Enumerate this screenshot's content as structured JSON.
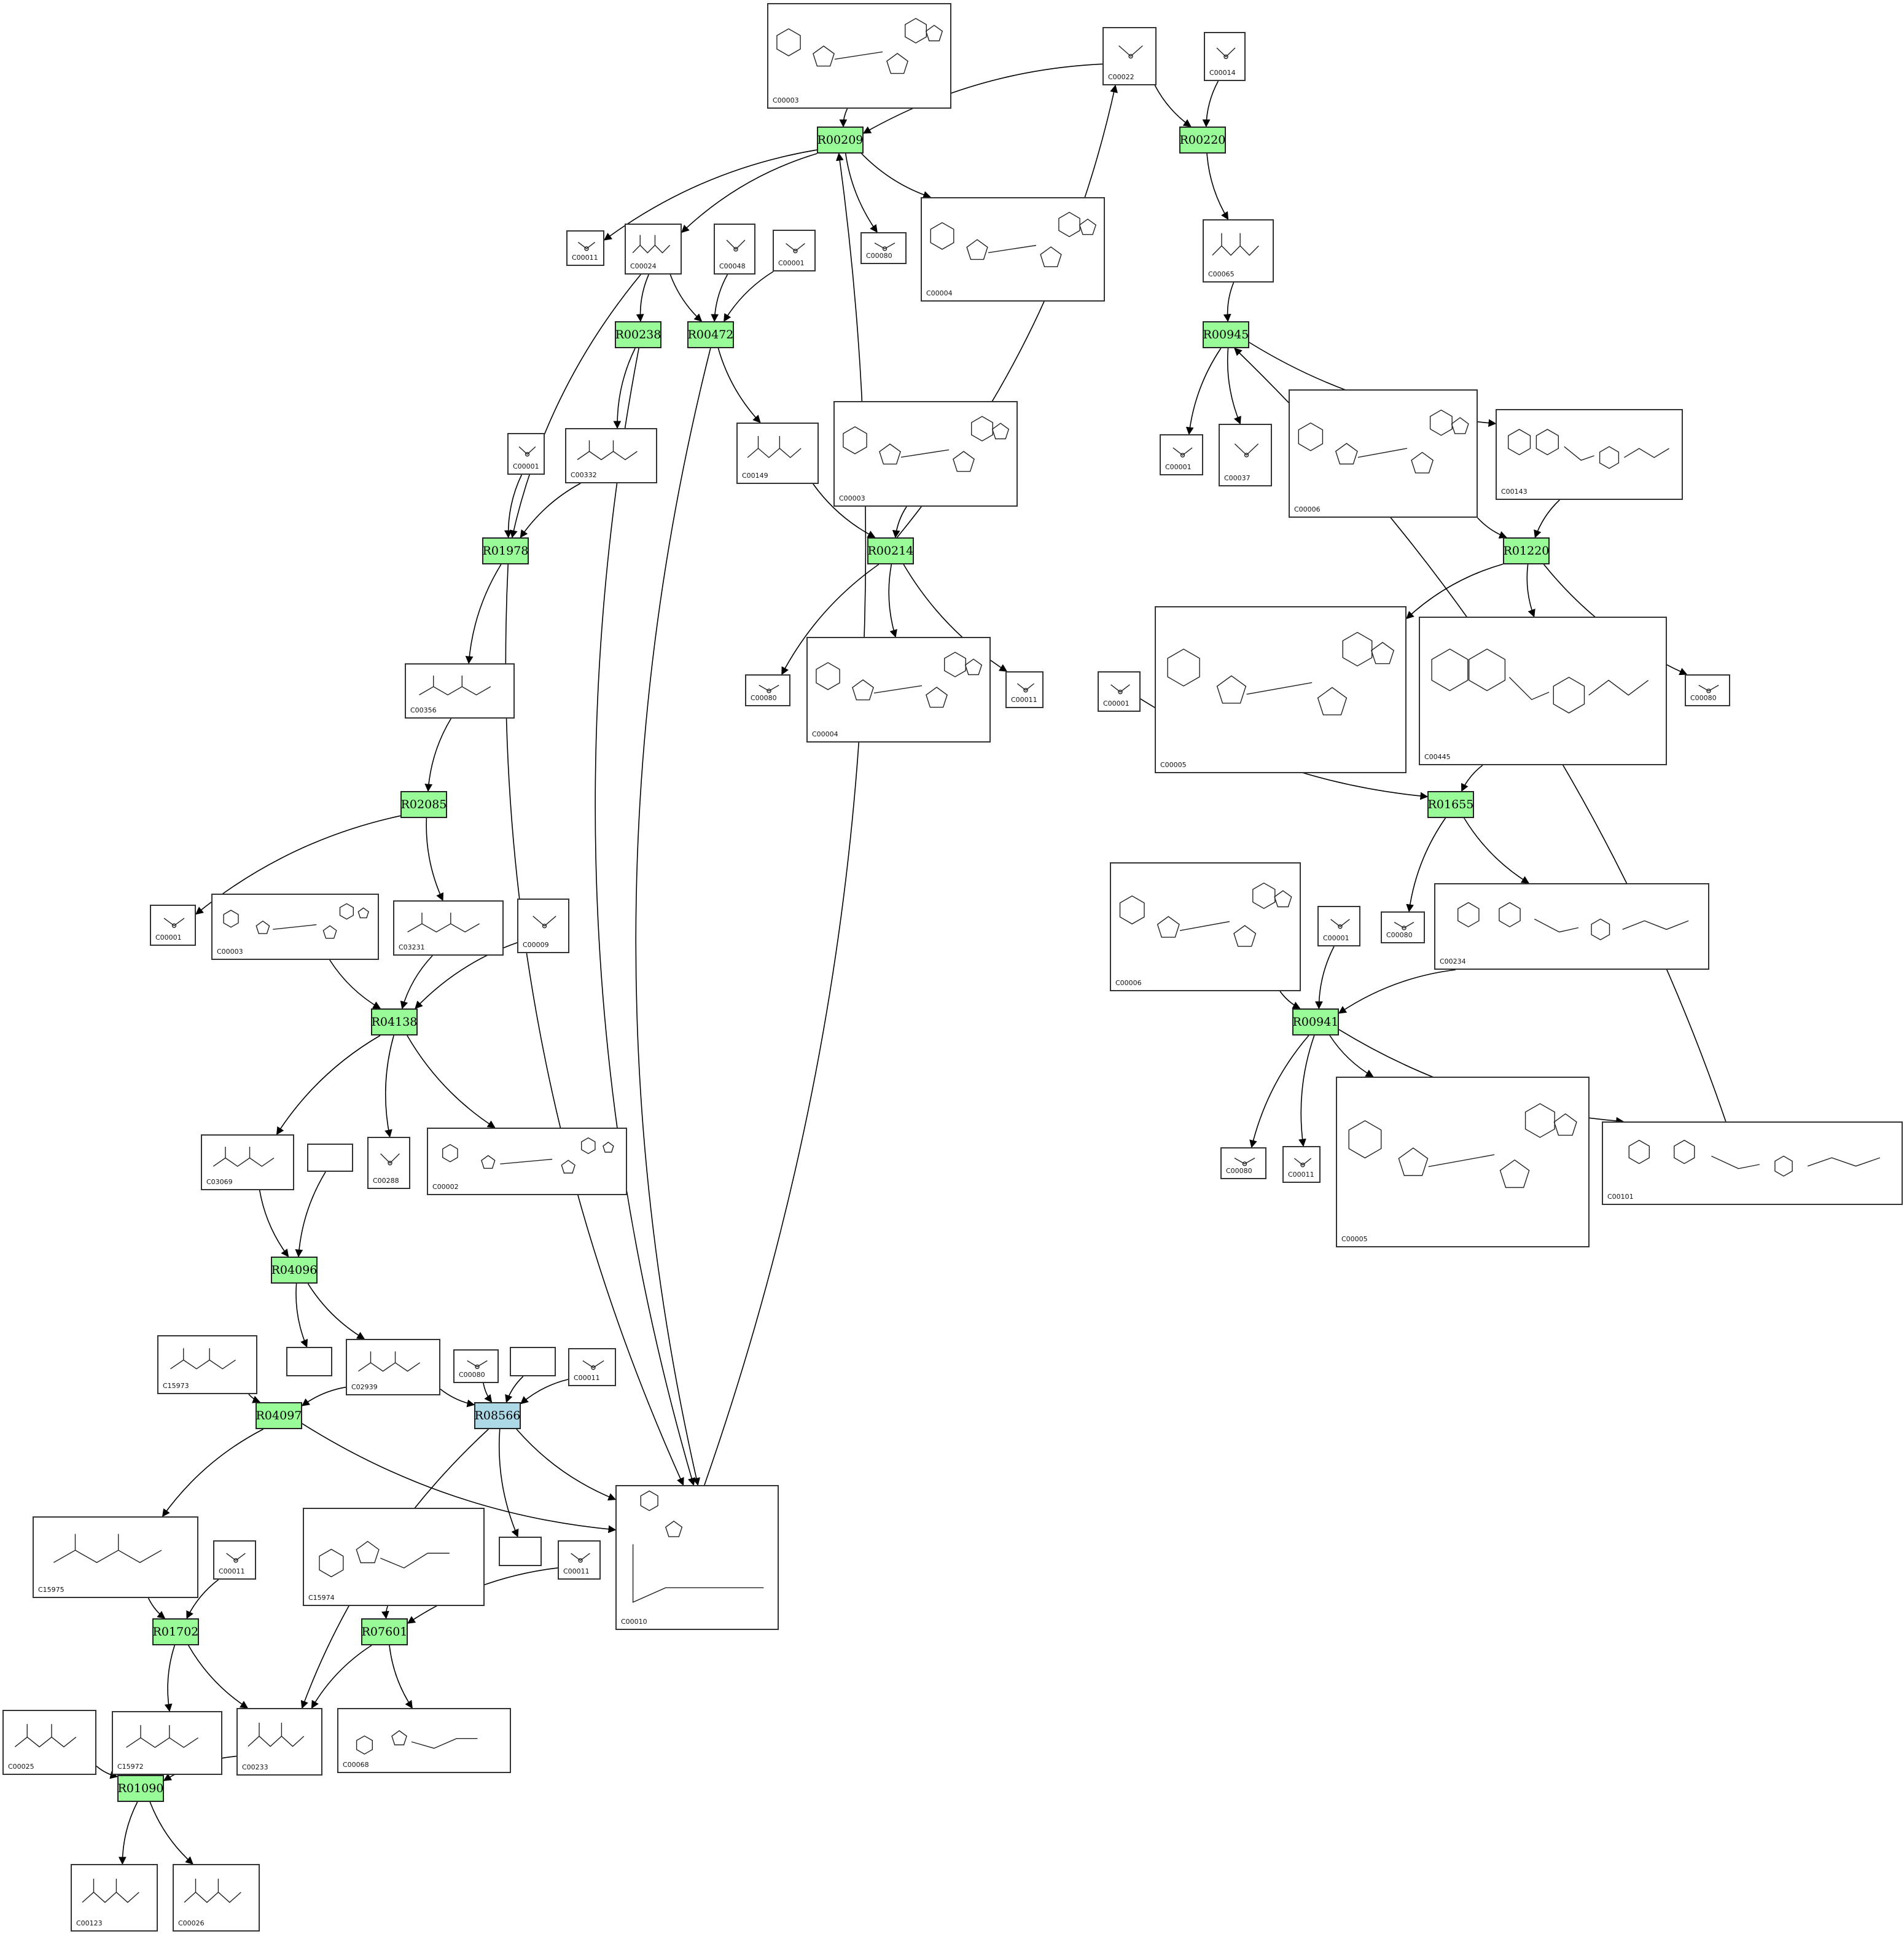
{
  "colors": {
    "reaction_fill": "#98fb98",
    "highlight_reaction_fill": "#add8e6",
    "edge": "#000000",
    "box_border": "#333333"
  },
  "reactions": [
    {
      "id": "R00209",
      "label": "R00209",
      "kind": "green"
    },
    {
      "id": "R00220",
      "label": "R00220",
      "kind": "green"
    },
    {
      "id": "R00238",
      "label": "R00238",
      "kind": "green"
    },
    {
      "id": "R00472",
      "label": "R00472",
      "kind": "green"
    },
    {
      "id": "R00945",
      "label": "R00945",
      "kind": "green"
    },
    {
      "id": "R01978",
      "label": "R01978",
      "kind": "green"
    },
    {
      "id": "R00214",
      "label": "R00214",
      "kind": "green"
    },
    {
      "id": "R01220",
      "label": "R01220",
      "kind": "green"
    },
    {
      "id": "R02085",
      "label": "R02085",
      "kind": "green"
    },
    {
      "id": "R01655",
      "label": "R01655",
      "kind": "green"
    },
    {
      "id": "R04138",
      "label": "R04138",
      "kind": "green"
    },
    {
      "id": "R00941",
      "label": "R00941",
      "kind": "green"
    },
    {
      "id": "R04096",
      "label": "R04096",
      "kind": "green"
    },
    {
      "id": "R04097",
      "label": "R04097",
      "kind": "green"
    },
    {
      "id": "R08566",
      "label": "R08566",
      "kind": "blue"
    },
    {
      "id": "R01702",
      "label": "R01702",
      "kind": "green"
    },
    {
      "id": "R07601",
      "label": "R07601",
      "kind": "green"
    },
    {
      "id": "R01090",
      "label": "R01090",
      "kind": "green"
    }
  ],
  "compounds": [
    {
      "id": "k_c00003a",
      "label": "C00003"
    },
    {
      "id": "k_c00022",
      "label": "C00022"
    },
    {
      "id": "k_c00014",
      "label": "C00014"
    },
    {
      "id": "k_c00011a",
      "label": "C00011"
    },
    {
      "id": "k_c00024",
      "label": "C00024"
    },
    {
      "id": "k_c00048",
      "label": "C00048"
    },
    {
      "id": "k_c00001a",
      "label": "C00001"
    },
    {
      "id": "k_c00080a",
      "label": "C00080"
    },
    {
      "id": "k_c00004a",
      "label": "C00004"
    },
    {
      "id": "k_c00065",
      "label": "C00065"
    },
    {
      "id": "k_c00001b",
      "label": "C00001"
    },
    {
      "id": "k_c00332",
      "label": "C00332"
    },
    {
      "id": "k_c00149",
      "label": "C00149"
    },
    {
      "id": "k_c00003b",
      "label": "C00003"
    },
    {
      "id": "k_c00001c",
      "label": "C00001"
    },
    {
      "id": "k_c00037",
      "label": "C00037"
    },
    {
      "id": "k_c00006a",
      "label": "C00006"
    },
    {
      "id": "k_c00143",
      "label": "C00143"
    },
    {
      "id": "k_c00356",
      "label": "C00356"
    },
    {
      "id": "k_c00080b",
      "label": "C00080"
    },
    {
      "id": "k_c00004b",
      "label": "C00004"
    },
    {
      "id": "k_c00011b",
      "label": "C00011"
    },
    {
      "id": "k_c00001d",
      "label": "C00001"
    },
    {
      "id": "k_c00005a",
      "label": "C00005"
    },
    {
      "id": "k_c00445",
      "label": "C00445"
    },
    {
      "id": "k_c00080c",
      "label": "C00080"
    },
    {
      "id": "k_c00001e",
      "label": "C00001"
    },
    {
      "id": "k_c00003c",
      "label": "C00003"
    },
    {
      "id": "k_c03231",
      "label": "C03231"
    },
    {
      "id": "k_c00009",
      "label": "C00009"
    },
    {
      "id": "k_c00006b",
      "label": "C00006"
    },
    {
      "id": "k_c00001f",
      "label": "C00001"
    },
    {
      "id": "k_c00080d",
      "label": "C00080"
    },
    {
      "id": "k_c00234",
      "label": "C00234"
    },
    {
      "id": "k_c03069",
      "label": "C03069"
    },
    {
      "id": "k_c00288",
      "label": "C00288"
    },
    {
      "id": "k_c00002",
      "label": "C00002"
    },
    {
      "id": "k_c00080e",
      "label": "C00080"
    },
    {
      "id": "k_c00011c",
      "label": "C00011"
    },
    {
      "id": "k_c00005b",
      "label": "C00005"
    },
    {
      "id": "k_c00101",
      "label": "C00101"
    },
    {
      "id": "k_c15973",
      "label": "C15973"
    },
    {
      "id": "k_c02939",
      "label": "C02939"
    },
    {
      "id": "k_c00080f",
      "label": "C00080"
    },
    {
      "id": "k_c00011d",
      "label": "C00011"
    },
    {
      "id": "k_c00010",
      "label": "C00010"
    },
    {
      "id": "k_c15975",
      "label": "C15975"
    },
    {
      "id": "k_c00011e",
      "label": "C00011"
    },
    {
      "id": "k_c15974",
      "label": "C15974"
    },
    {
      "id": "k_c00011f",
      "label": "C00011"
    },
    {
      "id": "k_c00025",
      "label": "C00025"
    },
    {
      "id": "k_c15972",
      "label": "C15972"
    },
    {
      "id": "k_c00233",
      "label": "C00233"
    },
    {
      "id": "k_c00068",
      "label": "C00068"
    },
    {
      "id": "k_c00123",
      "label": "C00123"
    },
    {
      "id": "k_c00026",
      "label": "C00026"
    },
    {
      "id": "k_blank1",
      "label": ""
    },
    {
      "id": "k_blank2",
      "label": ""
    },
    {
      "id": "k_blank3",
      "label": ""
    },
    {
      "id": "k_blank4",
      "label": ""
    }
  ],
  "edges": [
    [
      "k_c00003a",
      "R00209"
    ],
    [
      "k_c00022",
      "R00209"
    ],
    [
      "k_c00022",
      "R00220"
    ],
    [
      "k_c00014",
      "R00220"
    ],
    [
      "R00209",
      "k_c00011a"
    ],
    [
      "R00209",
      "k_c00024"
    ],
    [
      "R00209",
      "k_c00080a"
    ],
    [
      "R00209",
      "k_c00004a"
    ],
    [
      "R00220",
      "k_c00065"
    ],
    [
      "k_c00065",
      "R00945"
    ],
    [
      "k_c00024",
      "R00238"
    ],
    [
      "k_c00024",
      "R00472"
    ],
    [
      "k_c00048",
      "R00472"
    ],
    [
      "k_c00001a",
      "R00472"
    ],
    [
      "k_c00024",
      "R01978"
    ],
    [
      "R00238",
      "k_c00332"
    ],
    [
      "R00238",
      "k_c00010"
    ],
    [
      "R00472",
      "k_c00149"
    ],
    [
      "R00472",
      "k_c00010"
    ],
    [
      "k_c00001b",
      "R01978"
    ],
    [
      "k_c00332",
      "R01978"
    ],
    [
      "k_c00149",
      "R00214"
    ],
    [
      "k_c00003b",
      "R00214"
    ],
    [
      "R00214",
      "k_c00022"
    ],
    [
      "R00214",
      "k_c00080b"
    ],
    [
      "R00214",
      "k_c00004b"
    ],
    [
      "R00214",
      "k_c00011b"
    ],
    [
      "R00945",
      "k_c00001c"
    ],
    [
      "R00945",
      "k_c00037"
    ],
    [
      "R00945",
      "k_c00143"
    ],
    [
      "k_c00006a",
      "R01220"
    ],
    [
      "k_c00143",
      "R01220"
    ],
    [
      "R01978",
      "k_c00356"
    ],
    [
      "R01978",
      "k_c00010"
    ],
    [
      "R01220",
      "k_c00005a"
    ],
    [
      "R01220",
      "k_c00445"
    ],
    [
      "R01220",
      "k_c00080c"
    ],
    [
      "k_c00356",
      "R02085"
    ],
    [
      "R02085",
      "k_c00001e"
    ],
    [
      "R02085",
      "k_c03231"
    ],
    [
      "k_c00003c",
      "R04138"
    ],
    [
      "k_c03231",
      "R04138"
    ],
    [
      "k_c00009",
      "R04138"
    ],
    [
      "k_c00001d",
      "R01655"
    ],
    [
      "k_c00445",
      "R01655"
    ],
    [
      "R01655",
      "k_c00080d"
    ],
    [
      "R01655",
      "k_c00234"
    ],
    [
      "k_c00006b",
      "R00941"
    ],
    [
      "k_c00001f",
      "R00941"
    ],
    [
      "k_c00234",
      "R00941"
    ],
    [
      "R04138",
      "k_c03069"
    ],
    [
      "R04138",
      "k_c00288"
    ],
    [
      "R04138",
      "k_c00002"
    ],
    [
      "R00941",
      "k_c00080e"
    ],
    [
      "R00941",
      "k_c00011c"
    ],
    [
      "R00941",
      "k_c00005b"
    ],
    [
      "R00941",
      "k_c00101"
    ],
    [
      "k_c00101",
      "R00945"
    ],
    [
      "k_c03069",
      "R04096"
    ],
    [
      "k_blank1",
      "R04096"
    ],
    [
      "R04096",
      "k_blank2"
    ],
    [
      "R04096",
      "k_c02939"
    ],
    [
      "k_c15973",
      "R04097"
    ],
    [
      "k_c02939",
      "R04097"
    ],
    [
      "k_c02939",
      "R08566"
    ],
    [
      "k_c00080f",
      "R08566"
    ],
    [
      "k_blank3",
      "R08566"
    ],
    [
      "k_c00011d",
      "R08566"
    ],
    [
      "R04097",
      "k_c15975"
    ],
    [
      "R04097",
      "k_c00010"
    ],
    [
      "R08566",
      "k_c00010"
    ],
    [
      "R08566",
      "k_blank4"
    ],
    [
      "R08566",
      "k_c00233"
    ],
    [
      "k_c00010",
      "R00209"
    ],
    [
      "k_c15975",
      "R01702"
    ],
    [
      "k_c00011e",
      "R01702"
    ],
    [
      "k_c15974",
      "R07601"
    ],
    [
      "k_c00011f",
      "R07601"
    ],
    [
      "R01702",
      "k_c15972"
    ],
    [
      "R01702",
      "k_c00233"
    ],
    [
      "R07601",
      "k_c00233"
    ],
    [
      "R07601",
      "k_c00068"
    ],
    [
      "k_c00025",
      "R01090"
    ],
    [
      "k_c00233",
      "R01090"
    ],
    [
      "R01090",
      "k_c00123"
    ],
    [
      "R01090",
      "k_c00026"
    ]
  ]
}
